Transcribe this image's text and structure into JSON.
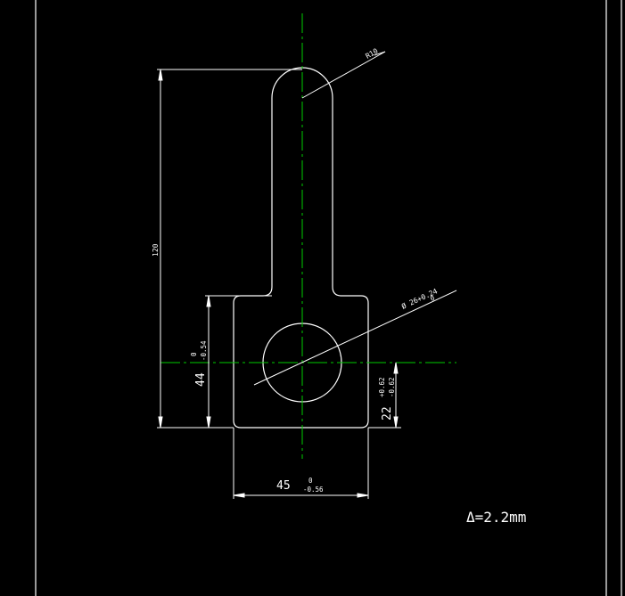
{
  "drawing": {
    "colors": {
      "background": "#000000",
      "outline": "#ffffff",
      "centerline": "#00cc00"
    },
    "dimensions": {
      "radius_top": "R10",
      "hole_diameter_main": "Ø 26+0.24",
      "hole_diameter_lower": "0",
      "height_total": "120",
      "height_44": "44",
      "height_44_upper_tol": "0",
      "height_44_lower_tol": "-0.54",
      "height_22": "22",
      "height_22_upper_tol": "+0.62",
      "height_22_lower_tol": "-0.62",
      "width_45": "45",
      "width_45_upper_tol": "0",
      "width_45_lower_tol": "-0.56"
    },
    "note": "Δ=2.2mm"
  }
}
